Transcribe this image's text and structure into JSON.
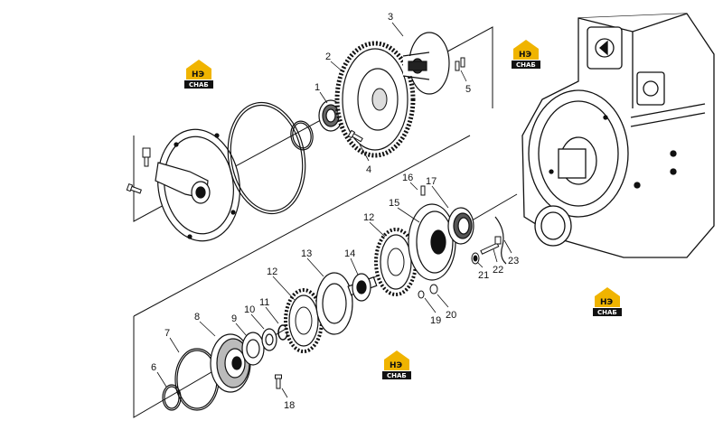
{
  "diagram": {
    "part_callouts": [
      {
        "id": "p1",
        "label": "1"
      },
      {
        "id": "p2",
        "label": "2"
      },
      {
        "id": "p3",
        "label": "3"
      },
      {
        "id": "p4",
        "label": "4"
      },
      {
        "id": "p5",
        "label": "5"
      },
      {
        "id": "p6",
        "label": "6"
      },
      {
        "id": "p7",
        "label": "7"
      },
      {
        "id": "p8",
        "label": "8"
      },
      {
        "id": "p9",
        "label": "9"
      },
      {
        "id": "p10",
        "label": "10"
      },
      {
        "id": "p11",
        "label": "11"
      },
      {
        "id": "p12a",
        "label": "12"
      },
      {
        "id": "p12b",
        "label": "12"
      },
      {
        "id": "p13",
        "label": "13"
      },
      {
        "id": "p14",
        "label": "14"
      },
      {
        "id": "p15",
        "label": "15"
      },
      {
        "id": "p16",
        "label": "16"
      },
      {
        "id": "p17",
        "label": "17"
      },
      {
        "id": "p18",
        "label": "18"
      },
      {
        "id": "p19",
        "label": "19"
      },
      {
        "id": "p20",
        "label": "20"
      },
      {
        "id": "p21",
        "label": "21"
      },
      {
        "id": "p22",
        "label": "22"
      },
      {
        "id": "p23",
        "label": "23"
      }
    ]
  },
  "watermark": {
    "initials": "НЭ",
    "wordmark": "СНАБ",
    "accent_color": "#f0b400",
    "dark_color": "#111111"
  }
}
